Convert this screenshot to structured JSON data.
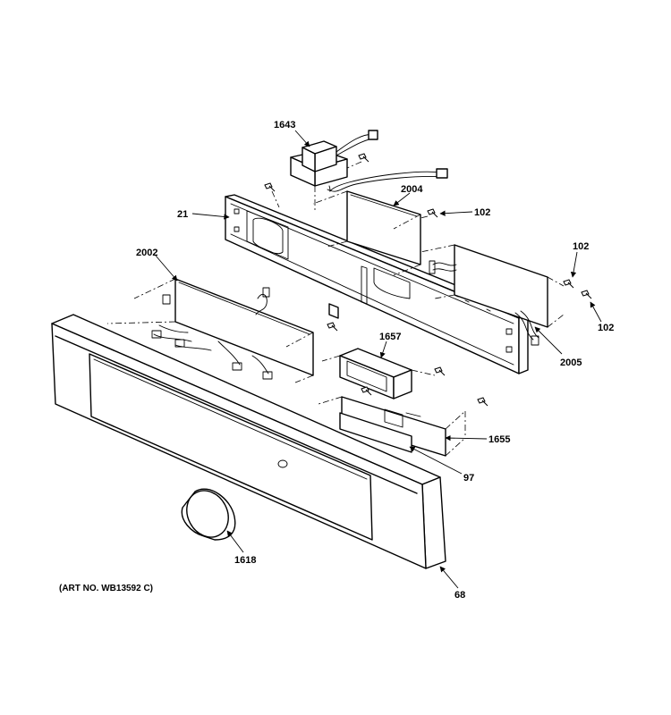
{
  "art_no": "(ART NO. WB13592 C)",
  "callouts": {
    "c1643": "1643",
    "c2004": "2004",
    "c102a": "102",
    "c21": "21",
    "c102b": "102",
    "c102c": "102",
    "c2002": "2002",
    "c2005": "2005",
    "c1657": "1657",
    "c1655": "1655",
    "c97": "97",
    "c1618": "1618",
    "c68": "68"
  }
}
